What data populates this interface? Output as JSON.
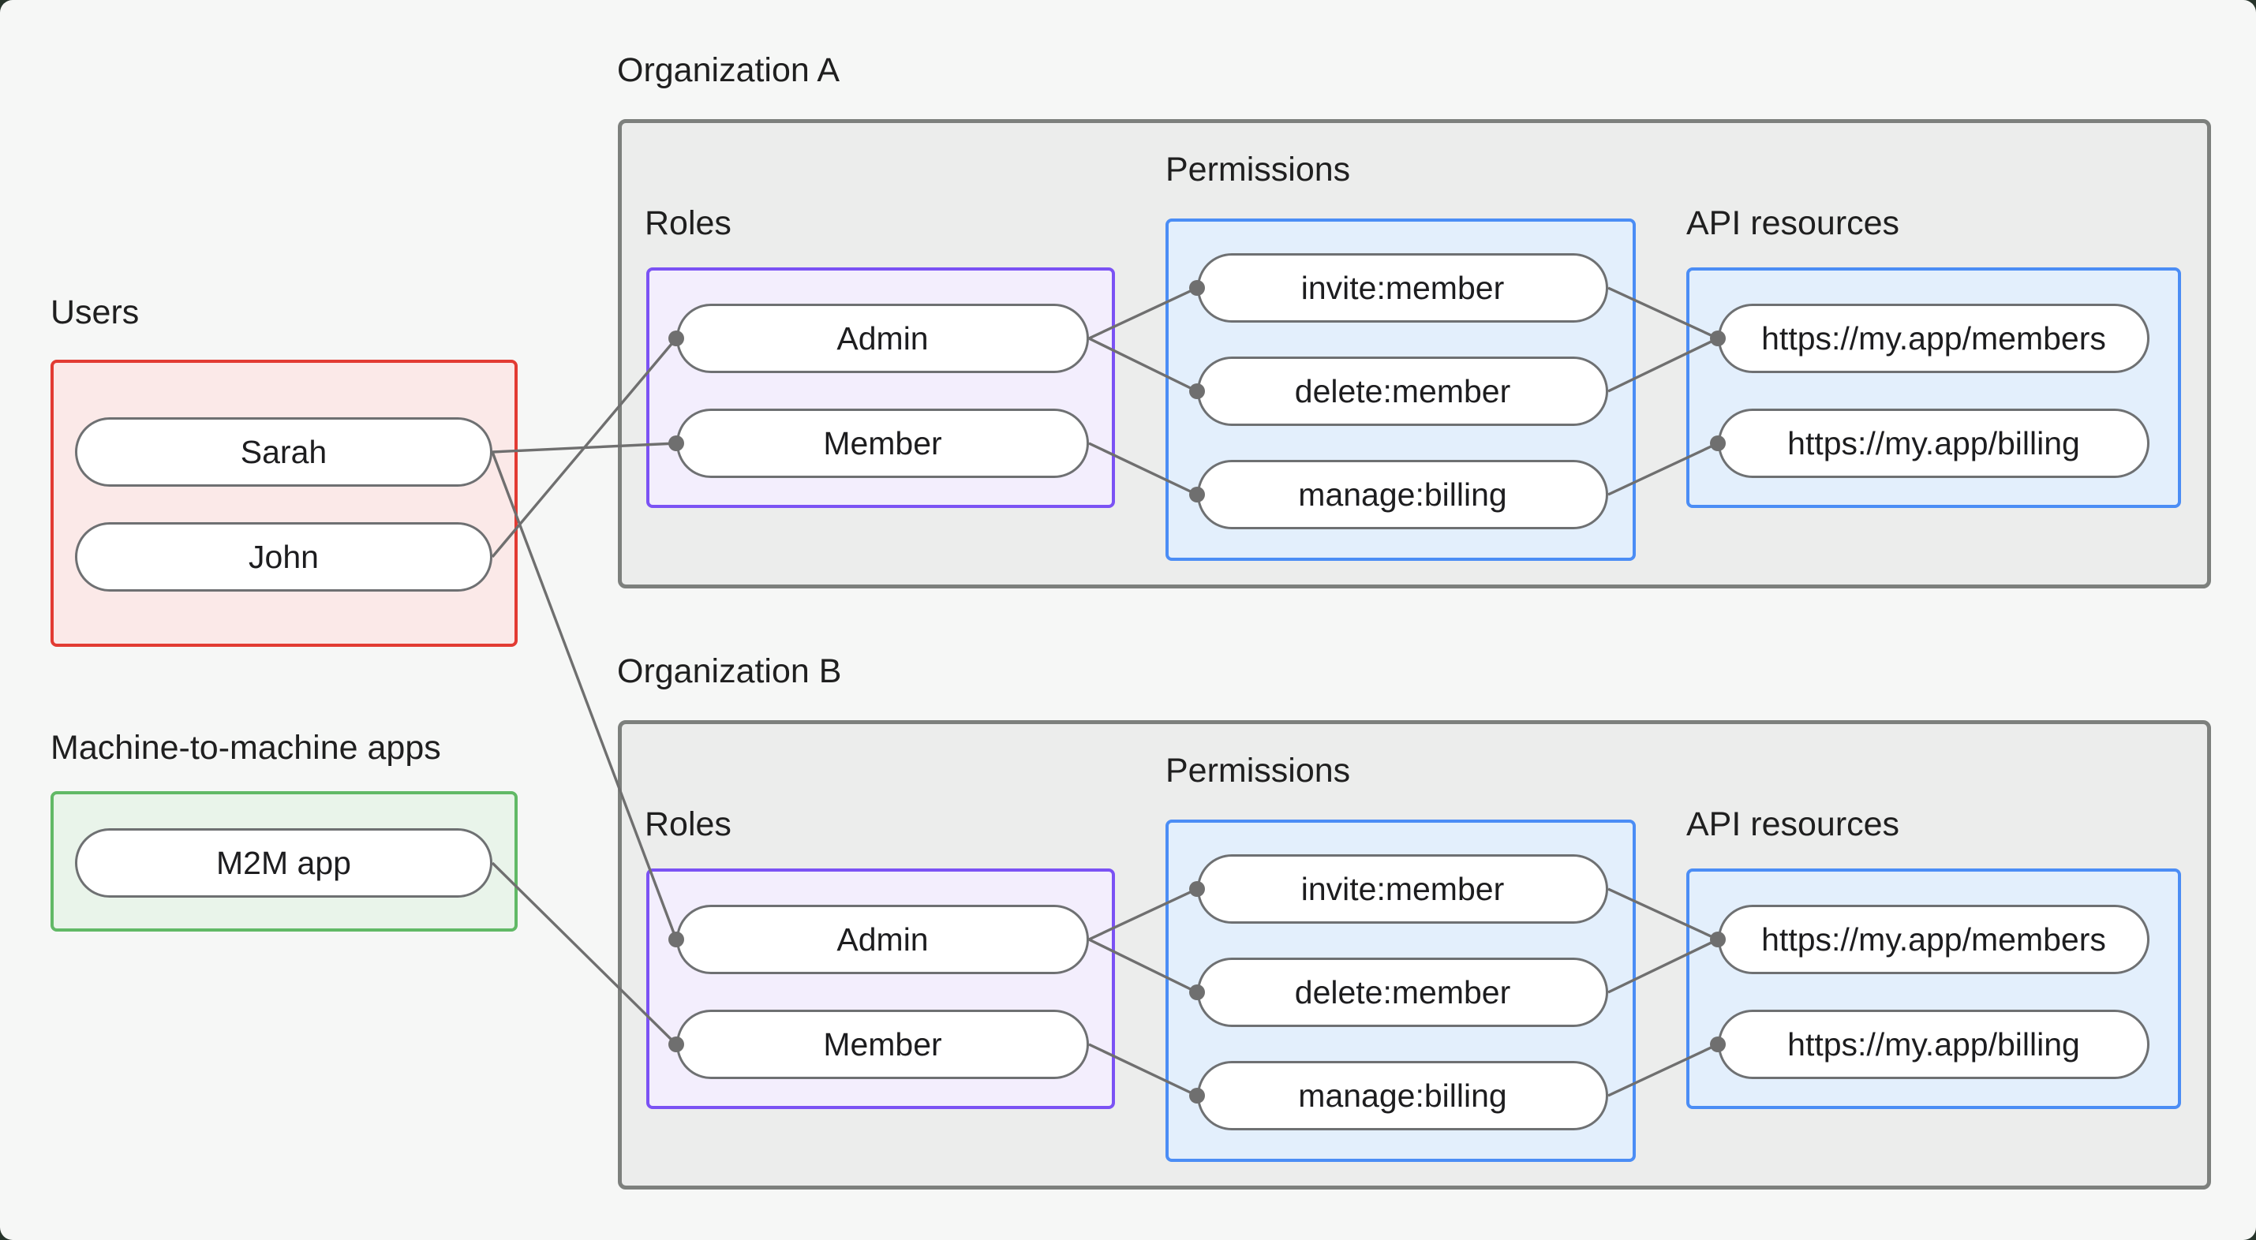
{
  "sections": {
    "users": {
      "label": "Users",
      "items": [
        {
          "id": "sarah",
          "label": "Sarah"
        },
        {
          "id": "john",
          "label": "John"
        }
      ]
    },
    "m2m": {
      "label": "Machine-to-machine apps",
      "items": [
        {
          "id": "m2m",
          "label": "M2M app"
        }
      ]
    },
    "org_a": {
      "label": "Organization A",
      "roles_label": "Roles",
      "permissions_label": "Permissions",
      "api_label": "API resources",
      "roles": [
        {
          "id": "admin_a",
          "label": "Admin"
        },
        {
          "id": "member_a",
          "label": "Member"
        }
      ],
      "permissions": [
        {
          "id": "invite_a",
          "label": "invite:member"
        },
        {
          "id": "delete_a",
          "label": "delete:member"
        },
        {
          "id": "manage_a",
          "label": "manage:billing"
        }
      ],
      "apis": [
        {
          "id": "members_a",
          "label": "https://my.app/members"
        },
        {
          "id": "billing_a",
          "label": "https://my.app/billing"
        }
      ]
    },
    "org_b": {
      "label": "Organization B",
      "roles_label": "Roles",
      "permissions_label": "Permissions",
      "api_label": "API resources",
      "roles": [
        {
          "id": "admin_b",
          "label": "Admin"
        },
        {
          "id": "member_b",
          "label": "Member"
        }
      ],
      "permissions": [
        {
          "id": "invite_b",
          "label": "invite:member"
        },
        {
          "id": "delete_b",
          "label": "delete:member"
        },
        {
          "id": "manage_b",
          "label": "manage:billing"
        }
      ],
      "apis": [
        {
          "id": "members_b",
          "label": "https://my.app/members"
        },
        {
          "id": "billing_b",
          "label": "https://my.app/billing"
        }
      ]
    }
  },
  "edges": [
    {
      "from": "sarah",
      "to": "member_a"
    },
    {
      "from": "john",
      "to": "admin_a"
    },
    {
      "from": "sarah",
      "to": "admin_b"
    },
    {
      "from": "m2m",
      "to": "member_b"
    },
    {
      "from": "admin_a",
      "to": "invite_a"
    },
    {
      "from": "admin_a",
      "to": "delete_a"
    },
    {
      "from": "member_a",
      "to": "manage_a"
    },
    {
      "from": "invite_a",
      "to": "members_a"
    },
    {
      "from": "delete_a",
      "to": "members_a"
    },
    {
      "from": "manage_a",
      "to": "billing_a"
    },
    {
      "from": "admin_b",
      "to": "invite_b"
    },
    {
      "from": "admin_b",
      "to": "delete_b"
    },
    {
      "from": "member_b",
      "to": "manage_b"
    },
    {
      "from": "invite_b",
      "to": "members_b"
    },
    {
      "from": "delete_b",
      "to": "members_b"
    },
    {
      "from": "manage_b",
      "to": "billing_b"
    }
  ],
  "colors": {
    "background": "#F6F7F6",
    "backdrop": "#27342B",
    "org_box_fill": "#ECEDEC",
    "org_box_border": "#7D807D",
    "users_fill": "#FBE9E8",
    "users_border": "#E23B33",
    "m2m_fill": "#E9F4EA",
    "m2m_border": "#61B966",
    "roles_fill": "#F3EEFD",
    "roles_border": "#7B52F4",
    "perm_fill": "#E3EFFC",
    "perm_border": "#4B8DF5",
    "pill_fill": "#FFFFFF",
    "pill_border": "#6E7072",
    "line": "#6F6F6F",
    "text": "#1F1F1F"
  }
}
